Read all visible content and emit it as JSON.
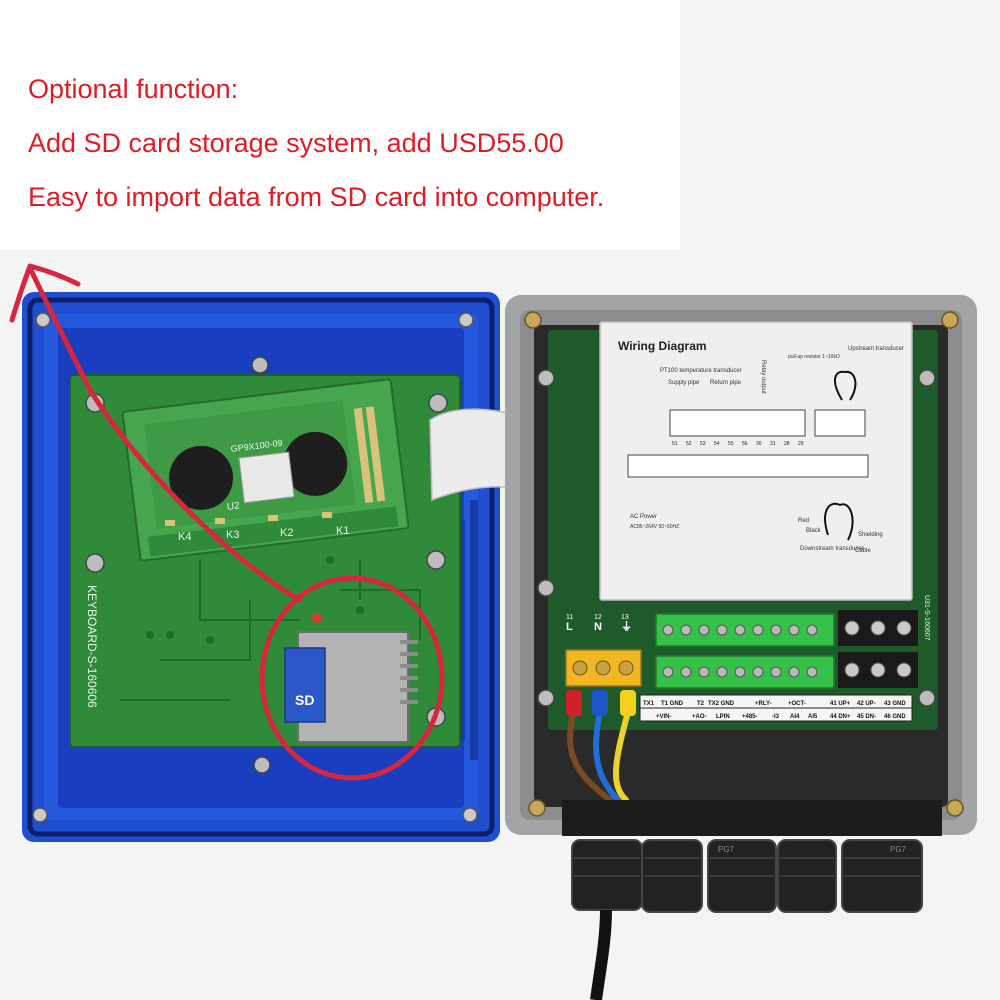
{
  "caption": {
    "line1": "Optional function:",
    "line2": "Add SD card storage system, add USD55.00",
    "line3": "Easy to import data from SD card into computer."
  },
  "colors": {
    "caption_text": "#e01b22",
    "annotation": "#d7263d",
    "blue_housing": "#1f4fd0",
    "grey_housing": "#9a9b9d",
    "pcb_green": "#2f8a3a",
    "terminal_green": "#36c24a"
  },
  "left_board": {
    "board_label": "KEYBOARD-S-160606",
    "lcd_label": "GP9X100-09",
    "chip_label": "U2",
    "keys": [
      "K4",
      "K3",
      "K2",
      "K1"
    ]
  },
  "right_panel": {
    "diagram_title": "Wiring Diagram",
    "sensor_top": "PT100 temperature transducer",
    "supply_pipe": "Supply pipe",
    "return_pipe": "Return pipe",
    "relay_label": "Relay output",
    "pullup_label": "pull-up resistor 1~10kO",
    "upstream_label": "Upstream transducer",
    "downstream_label": "Downstream transducer",
    "wire_red": "Red",
    "wire_black": "Black",
    "shielding": "Shielding",
    "cable": "Cable",
    "ac_power": "AC Power",
    "ac_range": "AC85~264V 50~60HZ",
    "terminals_row1": [
      "51",
      "52",
      "53",
      "54",
      "55",
      "56",
      "30",
      "31",
      "28",
      "29"
    ],
    "term_power": [
      "11",
      "12",
      "13"
    ],
    "power_labels": [
      "L",
      "N",
      "⏚"
    ],
    "bottom_row1": [
      "TX1",
      "T1 GND",
      "T2",
      "TX2 GND",
      "+RLY-",
      "+OCT-",
      "41 UP+",
      "42 UP-",
      "43 GND"
    ],
    "bottom_row2": [
      "+VIN-",
      "+AO-",
      "LPIN",
      "+485-",
      "-I3",
      "AI4",
      "AI5",
      "44 DN+",
      "45 DN-",
      "46 GND"
    ],
    "side_label": "U31-S-160607",
    "gland_label": "PG7"
  }
}
